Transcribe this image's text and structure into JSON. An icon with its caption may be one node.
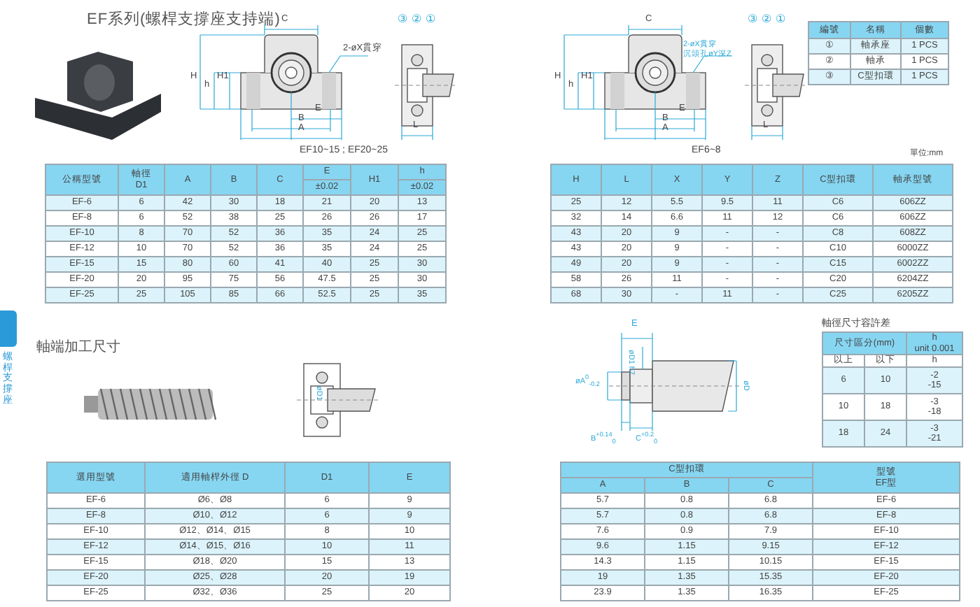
{
  "diagram": {
    "labels": [
      "EF系列(螺桿支撐座支持端)",
      "C",
      "2-øX貫穿",
      "H",
      "h",
      "H1",
      "E",
      "B",
      "A",
      "③",
      "②",
      "①",
      "L",
      "EF10~15 ; EF20~25",
      "C",
      "2-øX貫穿",
      "沉頭孔øY深Z",
      "H",
      "H1",
      "h",
      "E",
      "B",
      "A",
      "③",
      "②",
      "①",
      "L",
      "EF6~8",
      "編號",
      "名稱",
      "個數",
      "①",
      "軸承座",
      "1 PCS",
      "②",
      "軸承",
      "1 PCS",
      "③",
      "C型扣環",
      "1 PCS",
      "單位:mm",
      "公稱型號",
      "軸徑 D1",
      "A",
      "B",
      "C",
      "E",
      "H1",
      "h",
      "±0.02",
      "±0.02",
      "EF-6",
      "6",
      "42",
      "30",
      "18",
      "21",
      "20",
      "13",
      "EF-8",
      "6",
      "52",
      "38",
      "25",
      "26",
      "26",
      "17",
      "EF-10",
      "8",
      "70",
      "52",
      "36",
      "35",
      "24",
      "25",
      "EF-12",
      "10",
      "70",
      "52",
      "36",
      "35",
      "24",
      "25",
      "EF-15",
      "15",
      "80",
      "60",
      "41",
      "40",
      "25",
      "30",
      "EF-20",
      "20",
      "95",
      "75",
      "56",
      "47.5",
      "25",
      "30",
      "EF-25",
      "25",
      "105",
      "85",
      "66",
      "52.5",
      "25",
      "35",
      "H",
      "L",
      "X",
      "Y",
      "Z",
      "C型扣環",
      "軸承型號",
      "25",
      "12",
      "5.5",
      "9.5",
      "11",
      "C6",
      "606ZZ",
      "32",
      "14",
      "6.6",
      "11",
      "12",
      "C6",
      "606ZZ",
      "43",
      "20",
      "9",
      "-",
      "-",
      "C8",
      "608ZZ",
      "43",
      "20",
      "9",
      "-",
      "-",
      "C10",
      "6000ZZ",
      "49",
      "20",
      "9",
      "-",
      "-",
      "C15",
      "6002ZZ",
      "58",
      "26",
      "11",
      "-",
      "-",
      "C20",
      "6204ZZ",
      "68",
      "30",
      "-",
      "11",
      "-",
      "C25",
      "6205ZZ",
      "螺桿支撐座",
      "軸端加工尺寸",
      "øD1",
      "E",
      "øD1 h7",
      "øA$^{0}$$_{-0.2}$",
      "B$^{+0.14}$$_{0}$",
      "C$^{+0.2}$$_{0}$",
      "øD",
      "軸徑尺寸容許差",
      "尺寸區分(mm)",
      "h unit 0.001",
      "以上",
      "以下",
      "h",
      "6",
      "10",
      "-2 -15",
      "10",
      "18",
      "-3 -18",
      "18",
      "24",
      "-3 -21",
      "選用型號",
      "適用軸桿外徑 D",
      "D1",
      "E",
      "EF-6",
      "Ø6、Ø8",
      "6",
      "9",
      "EF-8",
      "Ø10、Ø12",
      "6",
      "9",
      "EF-10",
      "Ø12、Ø14、Ø15",
      "8",
      "10",
      "EF-12",
      "Ø14、Ø15、Ø16",
      "10",
      "11",
      "EF-15",
      "Ø18、Ø20",
      "15",
      "13",
      "EF-20",
      "Ø25、Ø28",
      "20",
      "19",
      "EF-25",
      "Ø32、Ø36",
      "25",
      "20",
      "C型扣環",
      "型號 EF型",
      "A",
      "B",
      "C",
      "5.7",
      "0.8",
      "6.8",
      "EF-6",
      "5.7",
      "0.8",
      "6.8",
      "EF-8",
      "7.6",
      "0.9",
      "7.9",
      "EF-10",
      "9.6",
      "1.15",
      "9.15",
      "EF-12",
      "14.3",
      "1.15",
      "10.15",
      "EF-15",
      "19",
      "1.35",
      "15.35",
      "EF-20",
      "23.9",
      "1.35",
      "16.35",
      "EF-25"
    ]
  }
}
